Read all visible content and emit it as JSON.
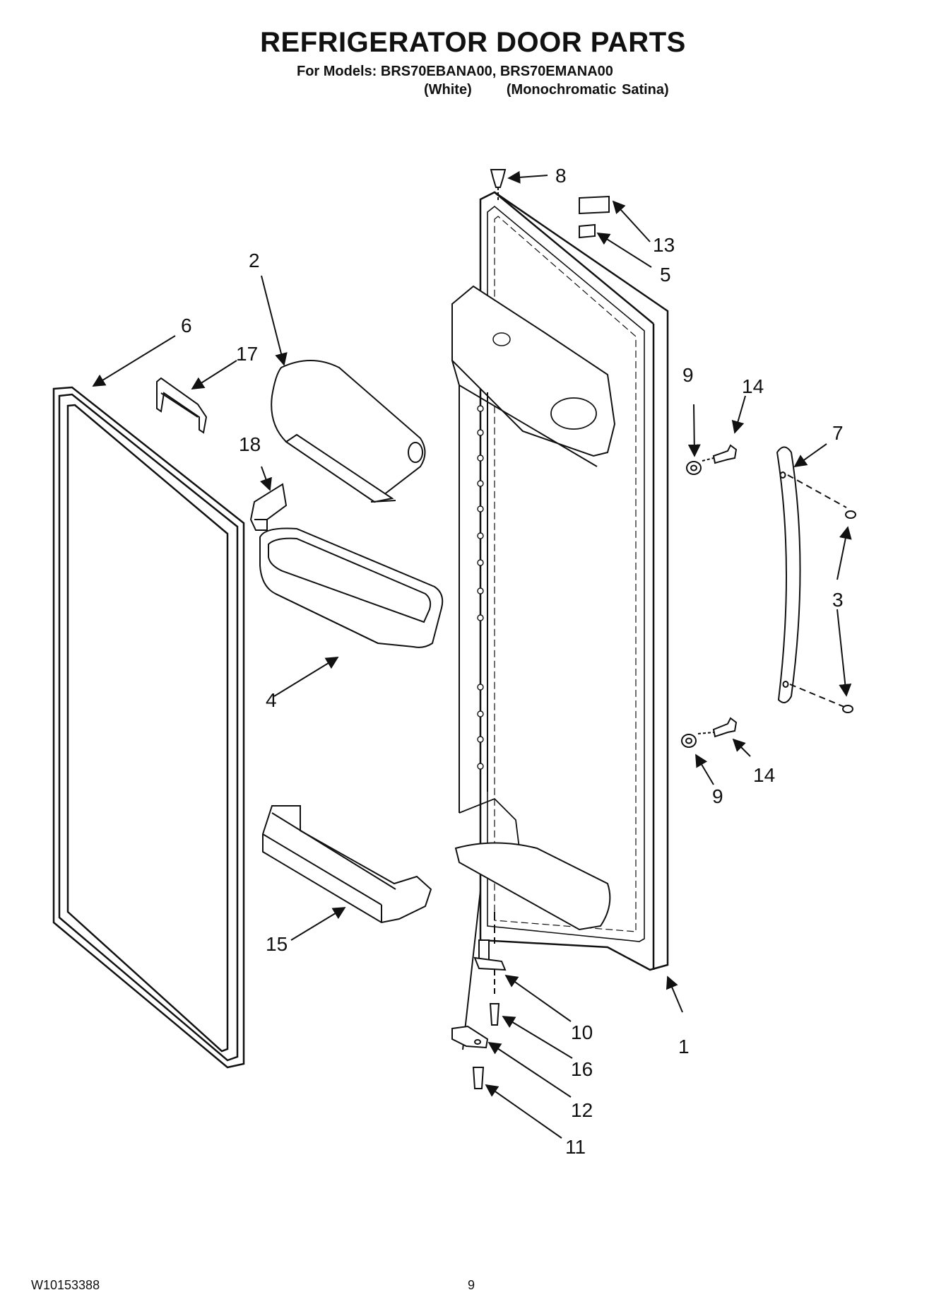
{
  "header": {
    "title": "REFRIGERATOR DOOR PARTS",
    "models_line": "For Models: BRS70EBANA00, BRS70EMANA00",
    "variant_1": "(White)",
    "variant_2": "(Monochromatic Satina)"
  },
  "callouts": {
    "c1": "1",
    "c2": "2",
    "c3": "3",
    "c4": "4",
    "c5": "5",
    "c6": "6",
    "c7": "7",
    "c8": "8",
    "c9a": "9",
    "c9b": "9",
    "c10": "10",
    "c11": "11",
    "c12": "12",
    "c13": "13",
    "c14a": "14",
    "c14b": "14",
    "c15": "15",
    "c16": "16",
    "c17": "17",
    "c18": "18"
  },
  "footer": {
    "doc_number": "W10153388",
    "page_number": "9"
  }
}
